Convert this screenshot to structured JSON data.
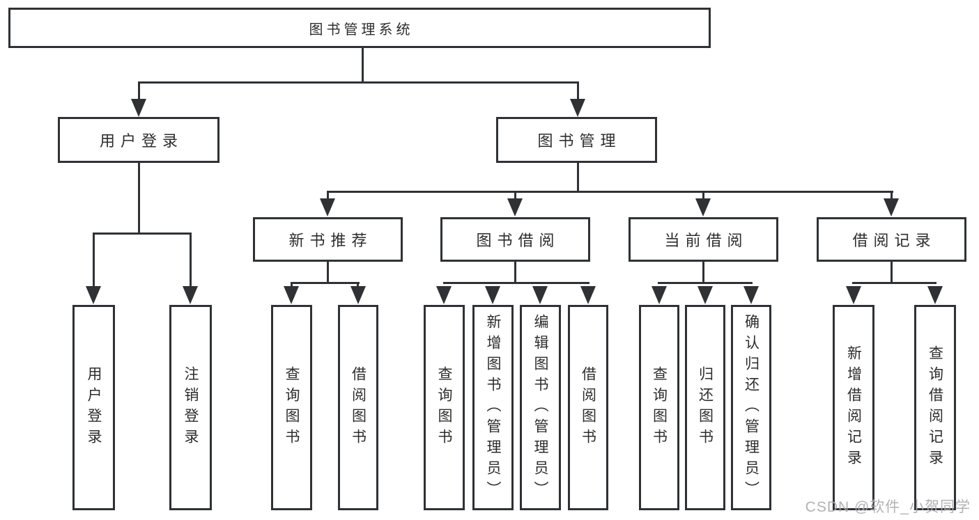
{
  "colors": {
    "line": "#2f3134",
    "text": "#2d2d2d",
    "watermark": "#aaaaaa",
    "background": "#ffffff"
  },
  "watermark": {
    "text": "CSDN @软件_小贺同学"
  },
  "diagram": {
    "root": {
      "label": "图书管理系统"
    },
    "level2": {
      "user_login": {
        "label": "用户登录"
      },
      "book_management": {
        "label": "图书管理"
      }
    },
    "level3": {
      "new_book_recommend": {
        "label": "新书推荐"
      },
      "book_borrow": {
        "label": "图书借阅"
      },
      "current_borrow": {
        "label": "当前借阅"
      },
      "borrow_records": {
        "label": "借阅记录"
      }
    },
    "leaves": {
      "user_login": [
        {
          "label": "用户登录"
        },
        {
          "label": "注销登录"
        }
      ],
      "new_book_recommend": [
        {
          "label": "查询图书"
        },
        {
          "label": "借阅图书"
        }
      ],
      "book_borrow": [
        {
          "label": "查询图书"
        },
        {
          "label": "新增图书（管理员）"
        },
        {
          "label": "编辑图书（管理员）"
        },
        {
          "label": "借阅图书"
        }
      ],
      "current_borrow": [
        {
          "label": "查询图书"
        },
        {
          "label": "归还图书"
        },
        {
          "label": "确认归还（管理员）"
        }
      ],
      "borrow_records": [
        {
          "label": "新增借阅记录"
        },
        {
          "label": "查询借阅记录"
        }
      ]
    }
  }
}
